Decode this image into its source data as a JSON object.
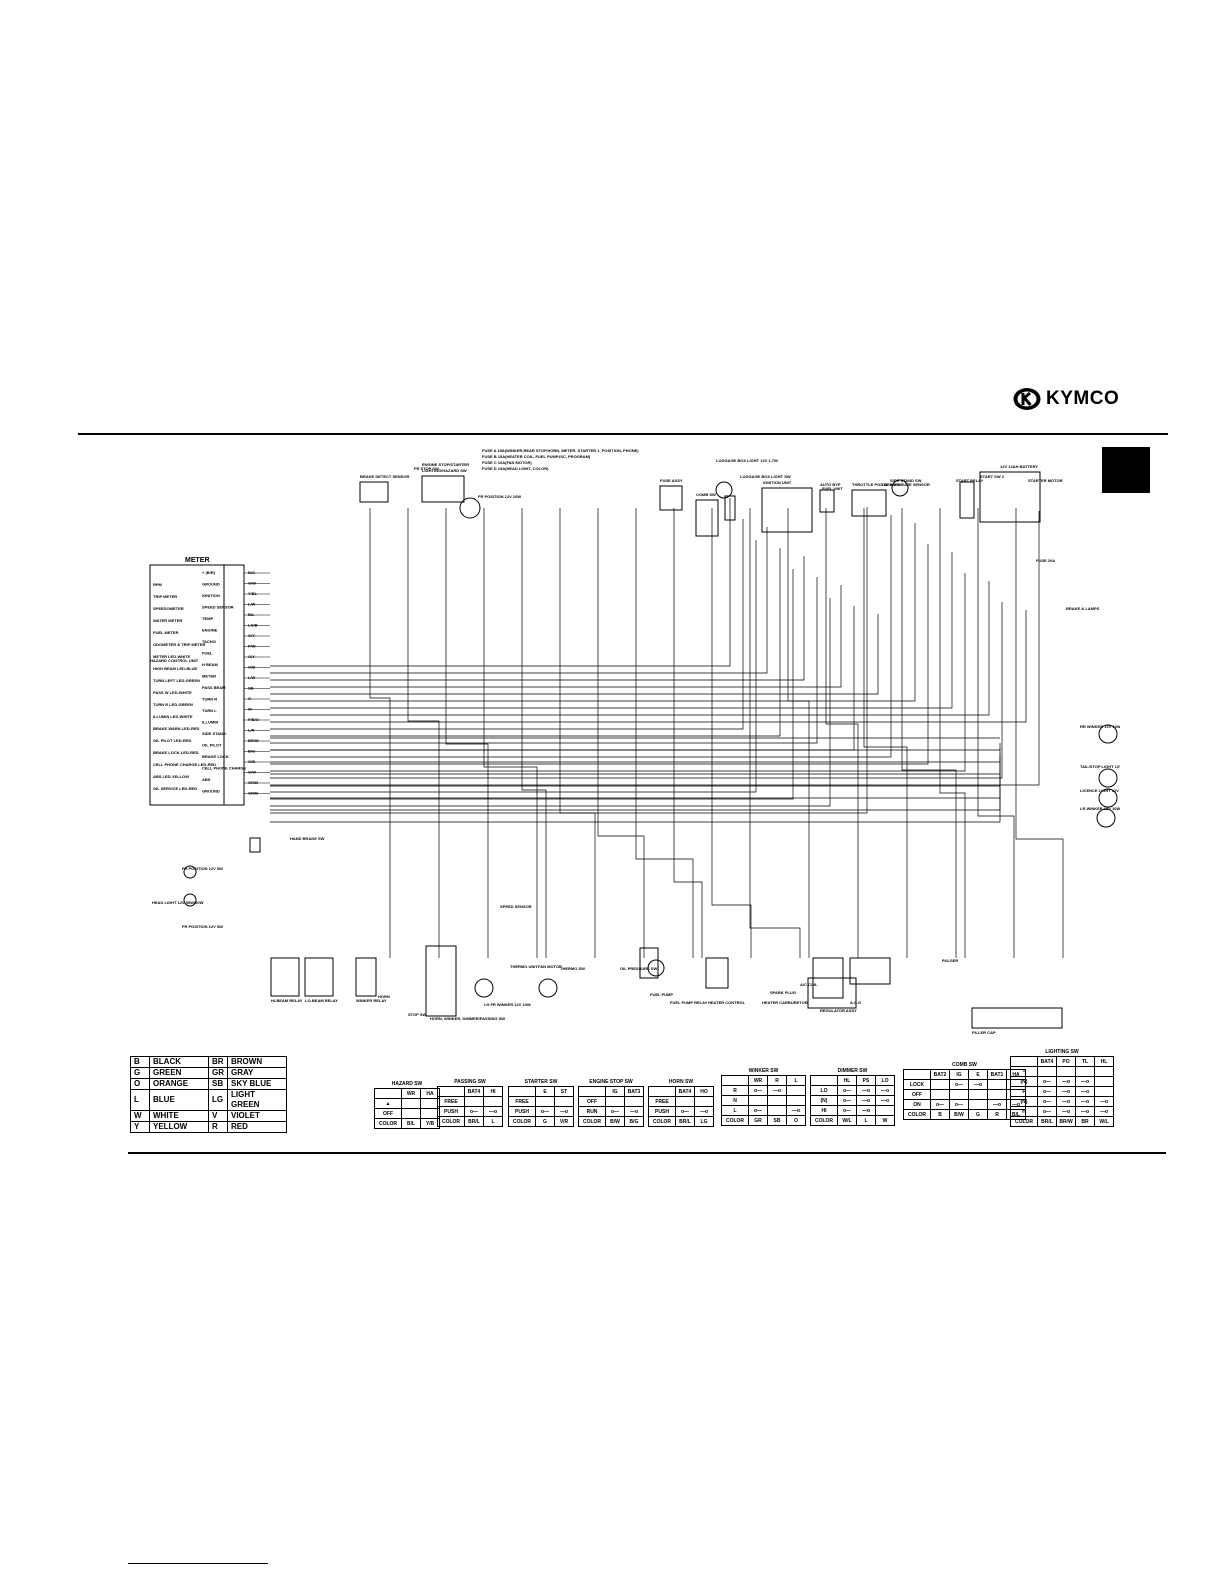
{
  "brand": {
    "name": "KYMCO"
  },
  "diagram": {
    "fuse_notes": [
      "FUSE A 15A(WINKER,REAR STOP,HORN, METER, STARTER 1, POSITION, PHONE)",
      "FUSE B 15A(HEATER COIL, FUEL PUMP,ISC, PROGRAM)",
      "FUSE C 10A(FAN MOTOR)",
      "FUSE D 15A(HEAD LIGHT, COLOR)"
    ],
    "meter": {
      "title": "METER",
      "left_labels": [
        "RPM",
        "TRIP METER",
        "SPEEDOMETER",
        "WATER METER",
        "FUEL METER",
        "ODOMETER & TRIP METER",
        "METER LED-WHITE",
        "HIGH BEAM LED-BLUE",
        "TURN LEFT LED-GREEN",
        "PASS W LED-WHITE",
        "TURN R LED-GREEN",
        "ILLUMIN LED-WHITE",
        "BRAKE WARN LED-RED",
        "OIL PILOT LED-RED",
        "BRAKE LOCK LED-RED",
        "CELL PHONE CHARGE LED-RED",
        "ABS LED-YELLOW",
        "OIL SERVICE LED-RED"
      ],
      "right_labels": [
        "+ (B/R)",
        "GROUND",
        "IGNITION",
        "SPEED SENSOR",
        "TEMP",
        "ENGINE",
        "TACHO",
        "FUEL",
        "H BEAM",
        "METER",
        "PASS BEAM",
        "TURN R",
        "TURN L",
        "ILLUMIN",
        "SIDE STAND",
        "OIL PILOT",
        "BRAKE LOCK",
        "CELL PHONE CHARGE",
        "ABS",
        "GROUND"
      ],
      "wire_codes": [
        "B/G",
        "G/W",
        "Y/BL",
        "L/W",
        "B/L",
        "LG/B",
        "G/Y",
        "P/W",
        "G/Y",
        "O/B",
        "L/W",
        "SB",
        "O",
        "W",
        "P/B/O",
        "L/R",
        "BR/W",
        "B/G",
        "G/B",
        "G/W",
        "GR/B",
        "GR/B"
      ]
    },
    "components": [
      "BRAKE DETECT SENSOR",
      "FR STOP SW",
      "ENGINE STOP/STARTER",
      "LIGHTING/HAZARD SW",
      "FR POSITION 12V 10W",
      "FUSE ASSY",
      "COMB SW",
      "LUGGAGE BOX LIGHT SW",
      "LUGGAGE BOX LIGHT 12V 1.7W",
      "IGNITION UNIT",
      "AUTO BYP",
      "FUEL UNIT",
      "THROTTLE POS SENSOR",
      "OIL PRESSURE SENSOR",
      "SIDE STAND SW",
      "START RELAY",
      "START SW 2",
      "12V 12AH BATTERY",
      "STARTER MOTOR",
      "FUSE 20A",
      "BRAKE & LAMPS",
      "RR WINKER 12V 10W",
      "TAIL/STOP LIGHT 12V 5/21W",
      "LICENCE LIGHT 12V 5W",
      "LR WINKER 12V 10W",
      "FR POSITION 12V 5W",
      "HEAD LIGHT 12V 55W/60W",
      "FR POSITION 12V 5W",
      "HAND BRAKE SW",
      "HI-BEAM RELAY",
      "LO-BEAM RELAY",
      "WINKER RELAY",
      "HORN",
      "STOP SW",
      "HORN, WINKER, DIMMER/PASSING SW",
      "LH FR WINKER 12V 10W",
      "SPEED SENSOR",
      "THERMO UNIT",
      "FAN MOTOR",
      "THERMO SW",
      "OIL PRESSURE SW",
      "FUEL PUMP",
      "FUEL PUMP RELAY",
      "HEATER CONTROL",
      "HEATER CARBURETOR",
      "SPARK PLUG",
      "A/C COIL",
      "REGULATOR ASSY",
      "A.C.G",
      "PULSER",
      "FILLER CAP",
      "HAZARD CONTROL UNIT"
    ]
  },
  "color_legend": [
    {
      "c1": "B",
      "n1": "BLACK",
      "c2": "BR",
      "n2": "BROWN"
    },
    {
      "c1": "G",
      "n1": "GREEN",
      "c2": "GR",
      "n2": "GRAY"
    },
    {
      "c1": "O",
      "n1": "ORANGE",
      "c2": "SB",
      "n2": "SKY BLUE"
    },
    {
      "c1": "L",
      "n1": "BLUE",
      "c2": "LG",
      "n2": "LIGHT GREEN"
    },
    {
      "c1": "W",
      "n1": "WHITE",
      "c2": "V",
      "n2": "VIOLET"
    },
    {
      "c1": "Y",
      "n1": "YELLOW",
      "c2": "R",
      "n2": "RED"
    }
  ],
  "switch_tables": [
    {
      "title": "HAZARD SW",
      "headers": [
        "",
        "WR",
        "HA"
      ],
      "rows": [
        [
          "▲",
          "",
          ""
        ],
        [
          "OFF",
          "",
          ""
        ],
        [
          "COLOR",
          "B/L",
          "Y/B"
        ]
      ]
    },
    {
      "title": "PASSING SW",
      "headers": [
        "",
        "BAT4",
        "HI"
      ],
      "rows": [
        [
          "FREE",
          "",
          ""
        ],
        [
          "PUSH",
          "o—",
          "—o"
        ],
        [
          "COLOR",
          "BR/L",
          "L"
        ]
      ]
    },
    {
      "title": "STARTER SW",
      "headers": [
        "",
        "E",
        "ST"
      ],
      "rows": [
        [
          "FREE",
          "",
          ""
        ],
        [
          "PUSH",
          "o—",
          "—o"
        ],
        [
          "COLOR",
          "G",
          "V/R"
        ]
      ]
    },
    {
      "title": "ENGINE STOP SW",
      "headers": [
        "",
        "IG",
        "BAT3"
      ],
      "rows": [
        [
          "OFF",
          "",
          ""
        ],
        [
          "RUN",
          "o—",
          "—o"
        ],
        [
          "COLOR",
          "B/W",
          "B/G"
        ]
      ]
    },
    {
      "title": "HORN SW",
      "headers": [
        "",
        "BAT4",
        "HO"
      ],
      "rows": [
        [
          "FREE",
          "",
          ""
        ],
        [
          "PUSH",
          "o—",
          "—o"
        ],
        [
          "COLOR",
          "BR/L",
          "LG"
        ]
      ]
    },
    {
      "title": "WINKER SW",
      "headers": [
        "",
        "WR",
        "R",
        "L"
      ],
      "rows": [
        [
          "R",
          "o—",
          "—o",
          ""
        ],
        [
          "N",
          "",
          "",
          ""
        ],
        [
          "L",
          "o—",
          "",
          "—o"
        ],
        [
          "COLOR",
          "GR",
          "SB",
          "O"
        ]
      ]
    },
    {
      "title": "DIMMER SW",
      "headers": [
        "",
        "HL",
        "PS",
        "LO"
      ],
      "rows": [
        [
          "LO",
          "o—",
          "—o",
          "—o"
        ],
        [
          "(N)",
          "o—",
          "—o",
          "—o"
        ],
        [
          "HI",
          "o—",
          "—o",
          ""
        ],
        [
          "COLOR",
          "W/L",
          "L",
          "W"
        ]
      ]
    },
    {
      "title": "COMB SW",
      "headers": [
        "",
        "BAT2",
        "IG",
        "E",
        "BAT1",
        "HA"
      ],
      "rows": [
        [
          "LOCK",
          "",
          "o—",
          "—o",
          "",
          ""
        ],
        [
          "OFF",
          "",
          "",
          "",
          "",
          ""
        ],
        [
          "ON",
          "o—",
          "o—",
          "",
          "—o",
          "—o"
        ],
        [
          "COLOR",
          "B",
          "B/W",
          "G",
          "R",
          "B/L"
        ]
      ]
    },
    {
      "title": "LIGHTING SW",
      "headers": [
        "",
        "BAT4",
        "PO",
        "TL",
        "HL"
      ],
      "rows": [
        [
          "•",
          "",
          "",
          "",
          ""
        ],
        [
          "(N)",
          "o—",
          "—o",
          "—o",
          ""
        ],
        [
          "P",
          "o—",
          "—o",
          "—o",
          ""
        ],
        [
          "(N)",
          "o—",
          "—o",
          "—o",
          "—o"
        ],
        [
          "H",
          "o—",
          "—o",
          "—o",
          "—o"
        ],
        [
          "COLOR",
          "BR/L",
          "BR/W",
          "BR",
          "W/L"
        ]
      ]
    }
  ]
}
